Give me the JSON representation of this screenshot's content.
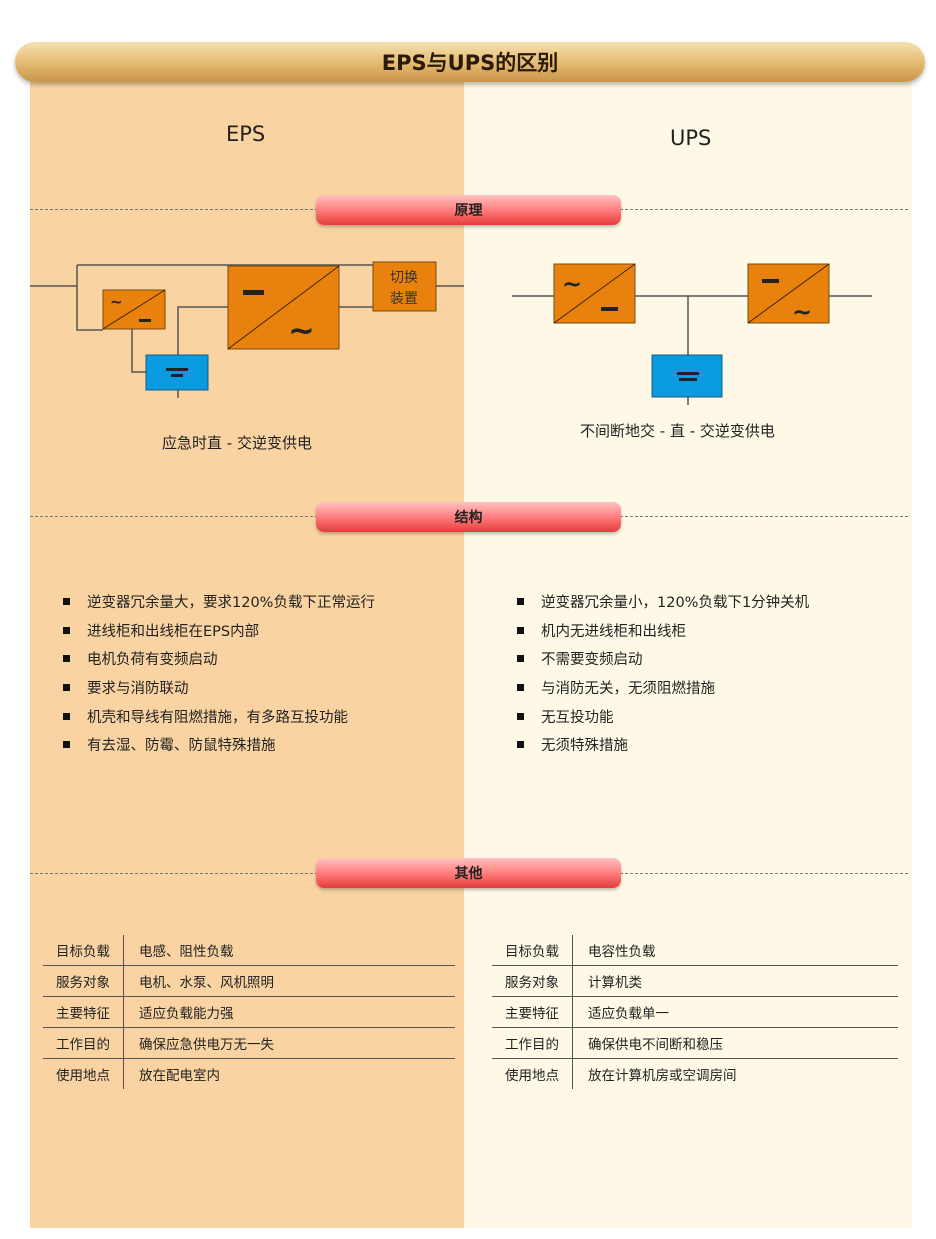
{
  "title": "EPS与UPS的区别",
  "columns": {
    "left": "EPS",
    "right": "UPS"
  },
  "sections": {
    "principle": "原理",
    "structure": "结构",
    "other": "其他"
  },
  "diagram": {
    "eps_switch_label_1": "切换",
    "eps_switch_label_2": "装置",
    "eps_caption": "应急时直 - 交逆变供电",
    "ups_caption": "不间断地交 - 直 - 交逆变供电",
    "colors": {
      "converter": "#e8820c",
      "battery": "#0a9ae0"
    }
  },
  "eps_structure": [
    "逆变器冗余量大，要求120%负载下正常运行",
    "进线柜和出线柜在EPS内部",
    "电机负荷有变频启动",
    "要求与消防联动",
    "机壳和导线有阻燃措施，有多路互投功能",
    "有去湿、防霉、防鼠特殊措施"
  ],
  "ups_structure": [
    "逆变器冗余量小，120%负载下1分钟关机",
    "机内无进线柜和出线柜",
    "不需要变频启动",
    "与消防无关，无须阻燃措施",
    "无互投功能",
    "无须特殊措施"
  ],
  "eps_other": [
    {
      "k": "目标负载",
      "v": "电感、阻性负载"
    },
    {
      "k": "服务对象",
      "v": "电机、水泵、风机照明"
    },
    {
      "k": "主要特征",
      "v": "适应负载能力强"
    },
    {
      "k": "工作目的",
      "v": "确保应急供电万无一失"
    },
    {
      "k": "使用地点",
      "v": "放在配电室内"
    }
  ],
  "ups_other": [
    {
      "k": "目标负载",
      "v": "电容性负载"
    },
    {
      "k": "服务对象",
      "v": "计算机类"
    },
    {
      "k": "主要特征",
      "v": "适应负载单一"
    },
    {
      "k": "工作目的",
      "v": "确保供电不间断和稳压"
    },
    {
      "k": "使用地点",
      "v": "放在计算机房或空调房间"
    }
  ]
}
